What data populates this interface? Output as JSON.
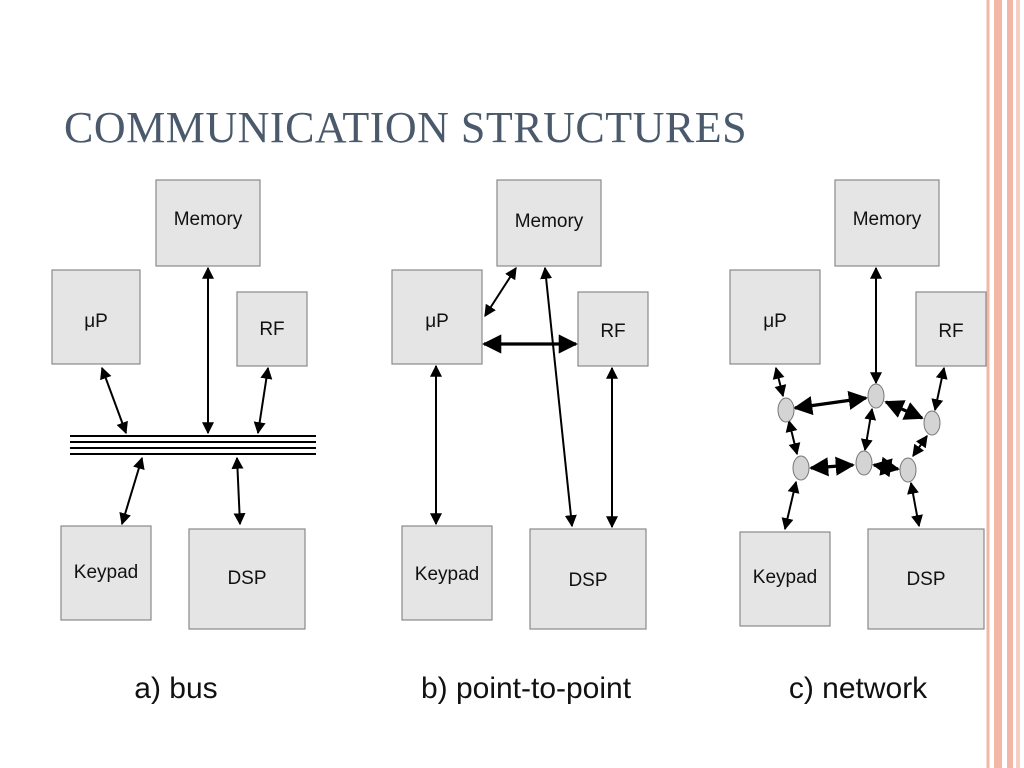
{
  "title": "COMMUNICATION STRUCTURES",
  "blocks": {
    "memory": "Memory",
    "up": "μP",
    "rf": "RF",
    "keypad": "Keypad",
    "dsp": "DSP"
  },
  "captions": {
    "bus": "a) bus",
    "p2p": "b) point-to-point",
    "network": "c) network"
  },
  "colors": {
    "title": "#4a5a6c",
    "block_fill": "#e5e5e5",
    "border_accent": "#f2b7a6"
  }
}
